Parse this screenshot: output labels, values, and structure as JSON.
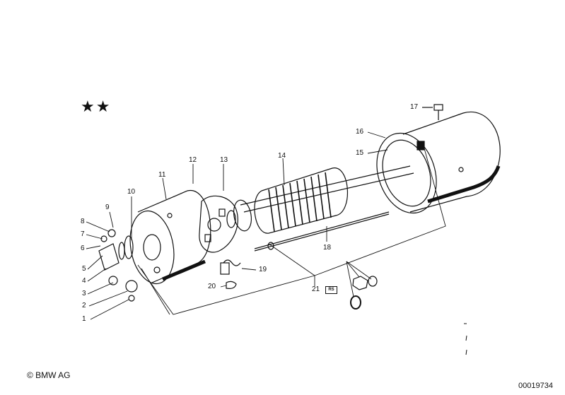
{
  "header": {
    "stars": "★★"
  },
  "callouts": {
    "c1": "1",
    "c2": "2",
    "c3": "3",
    "c4": "4",
    "c5": "5",
    "c6": "6",
    "c7": "7",
    "c8": "8",
    "c9": "9",
    "c10": "10",
    "c11": "11",
    "c12": "12",
    "c13": "13",
    "c14": "14",
    "c15": "15",
    "c16": "16",
    "c17": "17",
    "c18": "18",
    "c19": "19",
    "c20": "20",
    "c21": "21"
  },
  "badge": "RS",
  "footer": {
    "copyright": "© BMW AG",
    "diagram_id": "00019734"
  },
  "colors": {
    "ink": "#111111",
    "paper": "#ffffff"
  }
}
